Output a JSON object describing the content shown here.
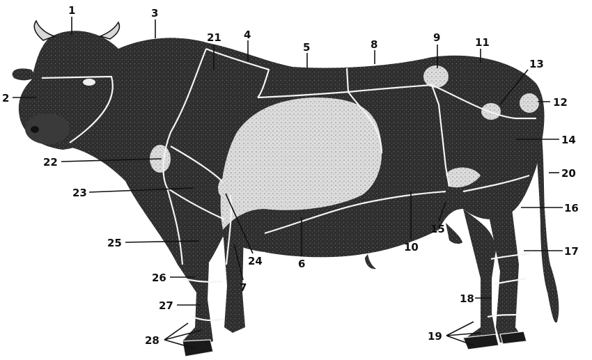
{
  "figure": {
    "subject": "bull-exterior-regions",
    "colors": {
      "ink": "#111111",
      "body": "#2a2a2a",
      "light_region": "#d9d9d9",
      "region_line": "#f4f4f4"
    },
    "labels": [
      "1",
      "2",
      "3",
      "4",
      "5",
      "6",
      "7",
      "8",
      "9",
      "10",
      "11",
      "12",
      "13",
      "14",
      "15",
      "16",
      "17",
      "18",
      "19",
      "20",
      "21",
      "22",
      "23",
      "24",
      "25",
      "26",
      "27",
      "28"
    ]
  }
}
